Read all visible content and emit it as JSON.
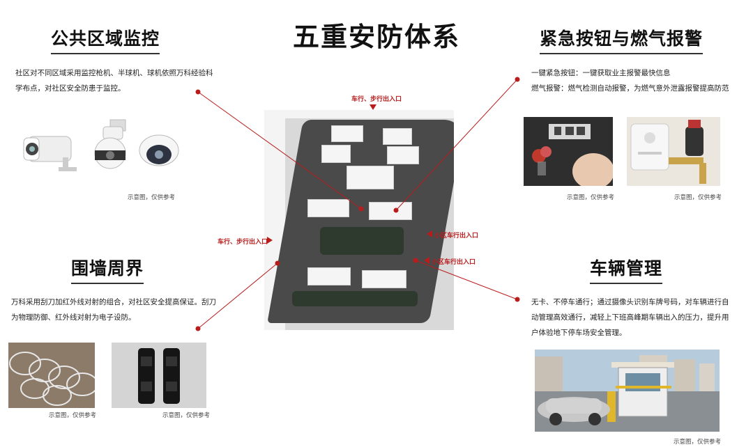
{
  "main_title": "五重安防体系",
  "sections": {
    "public_monitor": {
      "title": "公共区域监控",
      "desc_lines": [
        "社区对不同区域采用监控枪机、半球机、球机依照万科经验科",
        "学布点，对社区安全防患于监控。"
      ],
      "caption": "示意图，仅供参考"
    },
    "emergency": {
      "title": "紧急按钮与燃气报警",
      "desc_lines": [
        "一键紧急按钮：一键获取业主报警最快信息",
        "燃气报警：燃气检测自动报警，为燃气意外泄露报警提高防范"
      ],
      "caption_1": "示意图，仅供参考",
      "caption_2": "示意图，仅供参考"
    },
    "perimeter": {
      "title": "围墙周界",
      "desc_lines": [
        "万科采用刮刀加红外线对射的组合，对社区安全提高保证。刮刀",
        "为物理防御、红外线对射为电子设防。"
      ],
      "caption_1": "示意图，仅供参考",
      "caption_2": "示意图，仅供参考"
    },
    "vehicle": {
      "title": "车辆管理",
      "desc_lines": [
        "无卡、不停车通行；通过摄像头识别车牌号码，对车辆进行自",
        "动管理高效通行，减轻上下班高峰期车辆出入的压力，提升用",
        "户体验地下停车场安全管理。"
      ],
      "caption": "示意图，仅供参考"
    }
  },
  "entrances": {
    "top": "车行、步行出入口",
    "left": "车行、步行出入口",
    "right_1": "小区车行出入口",
    "right_2": "小区车行出入口"
  },
  "colors": {
    "accent_red": "#b91c1c",
    "text_dark": "#111111"
  }
}
